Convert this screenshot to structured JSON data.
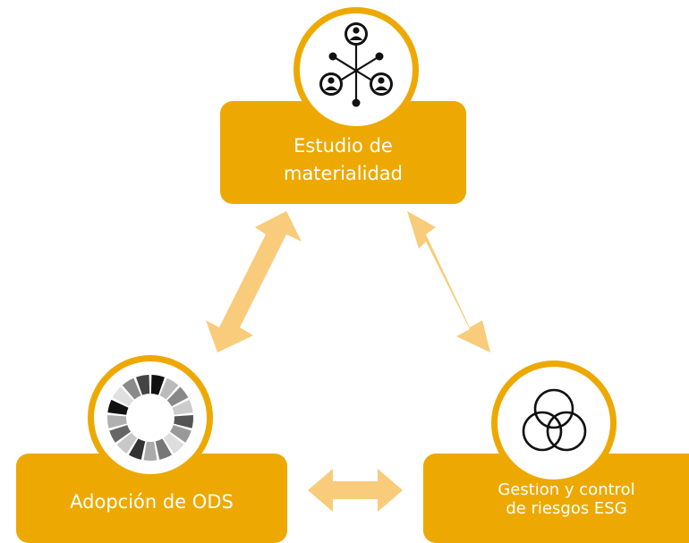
{
  "nodes": {
    "top": {
      "line1": "Estudio de",
      "line2": "materialidad",
      "icon": "stakeholders-network-icon"
    },
    "left": {
      "line1": "Adopción de ODS",
      "icon": "sdg-wheel-icon"
    },
    "right": {
      "line1": "Gestión y control",
      "line2": "de riesgos ESG",
      "icon": "three-circles-venn-icon"
    }
  },
  "colors": {
    "box": "#EDA901",
    "arrow": "#F8CC7A",
    "icon": "#111111"
  }
}
